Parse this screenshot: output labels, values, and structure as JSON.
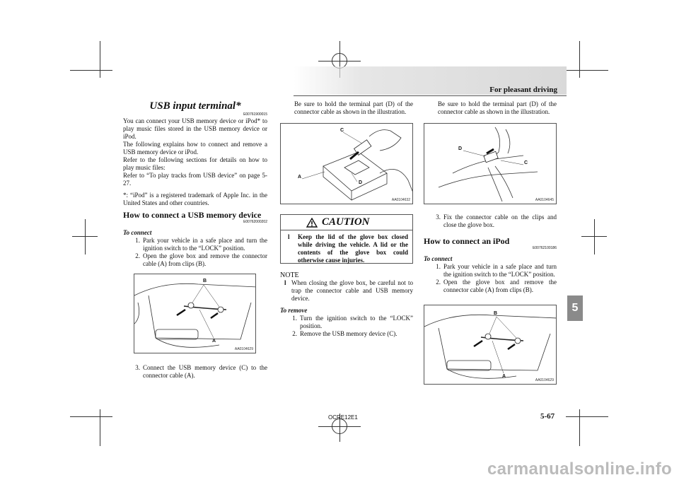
{
  "header": {
    "section_title": "For pleasant driving"
  },
  "chapter_tab": "5",
  "left_column": {
    "title": "USB input terminal*",
    "title_code": "E00761900015",
    "paragraphs": [
      "You can connect your USB memory device or iPod* to play music files stored in the USB memory device or iPod.",
      "The following explains how to connect and remove a USB memory device or iPod.",
      "Refer to the following sections for details on how to play music files:",
      "Refer to “To play tracks from USB device” on page 5-27."
    ],
    "footnote": "*: “iPod” is a registered trademark of Apple Inc. in the United States and other countries.",
    "subheading": "How to connect a USB memory device",
    "subheading_code": "E00762000202",
    "italic_heading": "To connect",
    "steps": [
      {
        "num": "1.",
        "text": "Park your vehicle in a safe place and turn the ignition switch to the “LOCK” position."
      },
      {
        "num": "2.",
        "text": "Open the glove box and remove the connector cable (A) from clips (B)."
      }
    ],
    "figure": {
      "code": "AA0104629",
      "label_a": "A",
      "label_b": "B"
    },
    "step3": {
      "num": "3.",
      "text": "Connect the USB memory device (C) to the connector cable (A)."
    }
  },
  "middle_column": {
    "intro": "Be sure to hold the terminal part (D) of the connector cable as shown in the illustration.",
    "figure": {
      "code": "AA0104632",
      "label_a": "A",
      "label_c": "C",
      "label_d": "D"
    },
    "caution": {
      "title": "CAUTION",
      "bullet": "l",
      "text": "Keep the lid of the glove box closed while driving the vehicle. A lid or the contents of the glove box could otherwise cause injuries."
    },
    "note_heading": "NOTE",
    "note_bullet": "l",
    "note_text": "When closing the glove box, be careful not to trap the connector cable and USB memory device.",
    "italic_heading": "To remove",
    "steps": [
      {
        "num": "1.",
        "text": "Turn the ignition switch to the “LOCK” position."
      },
      {
        "num": "2.",
        "text": "Remove the USB memory device (C)."
      }
    ]
  },
  "right_column": {
    "intro": "Be sure to hold the terminal part (D) of the connector cable as shown in the illustration.",
    "figure1": {
      "code": "AA0104645",
      "label_c": "C",
      "label_d": "D"
    },
    "step3": {
      "num": "3.",
      "text": "Fix the connector cable on the clips and close the glove box."
    },
    "subheading": "How to connect an iPod",
    "subheading_code": "E00762100186",
    "italic_heading": "To connect",
    "steps": [
      {
        "num": "1.",
        "text": "Park your vehicle in a safe place and turn the ignition switch to the “LOCK” position."
      },
      {
        "num": "2.",
        "text": "Open the glove box and remove the connector cable (A) from clips (B)."
      }
    ],
    "figure2": {
      "code": "AA0104629",
      "label_a": "A",
      "label_b": "B"
    }
  },
  "footer": {
    "doc_code": "OCRE12E1",
    "page_number": "5-67"
  },
  "watermark": "carmanualsonline.info"
}
